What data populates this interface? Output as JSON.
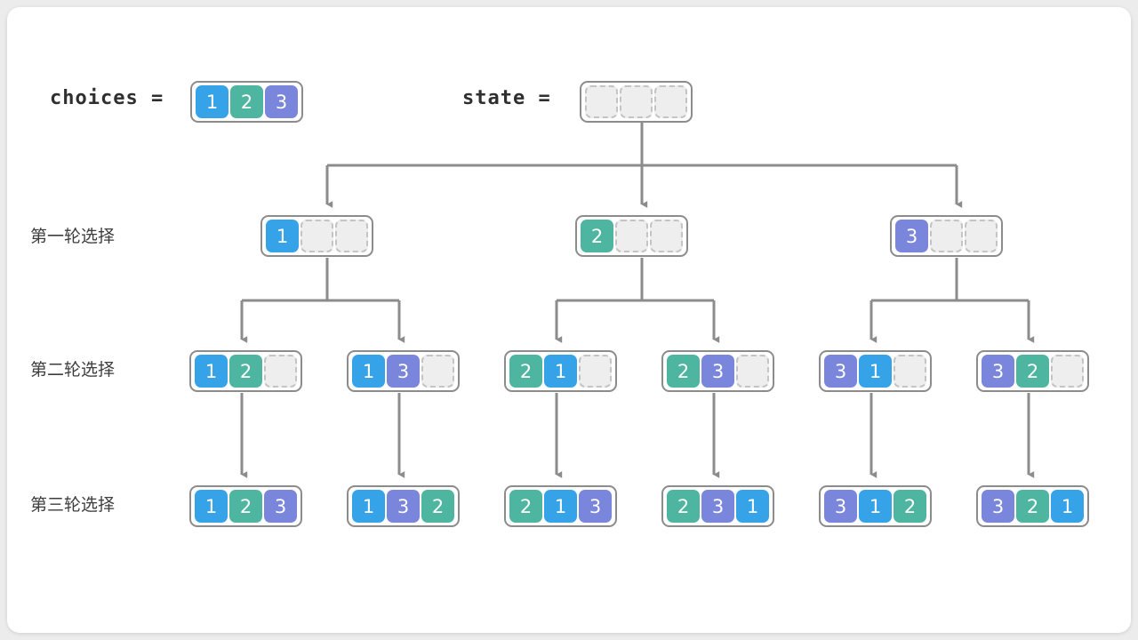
{
  "palette": {
    "blue": "#36a3e8",
    "teal": "#4eb5a0",
    "purple": "#7a86db",
    "empty_fill": "#eeeeee",
    "empty_border": "#c4c4c4",
    "box_border": "#8c8c8c",
    "wire": "#8c8c8c",
    "card_bg": "#ffffff",
    "page_bg": "#ececec",
    "label_text": "#3d3d3d"
  },
  "header": {
    "choices_label": "choices =",
    "choices_values": [
      "1",
      "2",
      "3"
    ],
    "state_label": "state =",
    "state_values": [
      "",
      "",
      ""
    ]
  },
  "row_labels": [
    "第一轮选择",
    "第二轮选择",
    "第三轮选择"
  ],
  "level1": [
    {
      "values": [
        "1",
        "",
        ""
      ]
    },
    {
      "values": [
        "2",
        "",
        ""
      ]
    },
    {
      "values": [
        "3",
        "",
        ""
      ]
    }
  ],
  "level2": [
    {
      "values": [
        "1",
        "2",
        ""
      ]
    },
    {
      "values": [
        "1",
        "3",
        ""
      ]
    },
    {
      "values": [
        "2",
        "1",
        ""
      ]
    },
    {
      "values": [
        "2",
        "3",
        ""
      ]
    },
    {
      "values": [
        "3",
        "1",
        ""
      ]
    },
    {
      "values": [
        "3",
        "2",
        ""
      ]
    }
  ],
  "level3": [
    {
      "values": [
        "1",
        "2",
        "3"
      ]
    },
    {
      "values": [
        "1",
        "3",
        "2"
      ]
    },
    {
      "values": [
        "2",
        "1",
        "3"
      ]
    },
    {
      "values": [
        "2",
        "3",
        "1"
      ]
    },
    {
      "values": [
        "3",
        "1",
        "2"
      ]
    },
    {
      "values": [
        "3",
        "2",
        "1"
      ]
    }
  ]
}
